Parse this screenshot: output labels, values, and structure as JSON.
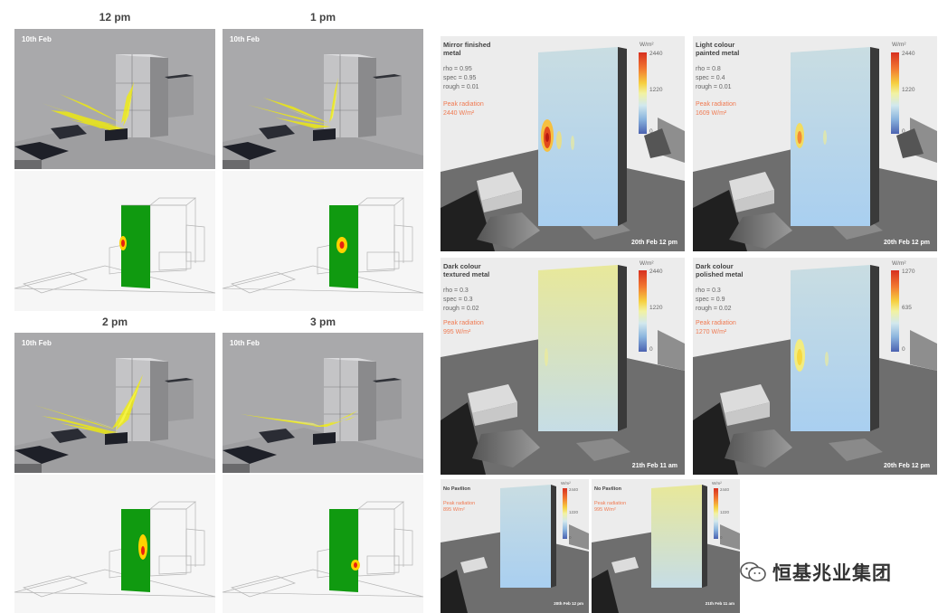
{
  "left_grid": {
    "times": [
      "12 pm",
      "1 pm",
      "2 pm",
      "3 pm"
    ],
    "date_label": "10th Feb"
  },
  "materials": [
    {
      "title1": "Mirror finished",
      "title2": "metal",
      "rho": "rho = 0.95",
      "spec": "spec = 0.95",
      "rough": "rough = 0.01",
      "peak1": "Peak radiation",
      "peak2": "2440 W/m²",
      "unit": "W/m²",
      "tick_max": "2440",
      "tick_mid": "1220",
      "tick_min": "0",
      "stamp": "20th Feb 12 pm"
    },
    {
      "title1": "Light colour",
      "title2": "painted metal",
      "rho": "rho = 0.8",
      "spec": "spec = 0.4",
      "rough": "rough = 0.01",
      "peak1": "Peak radiation",
      "peak2": "1609 W/m²",
      "unit": "W/m²",
      "tick_max": "2440",
      "tick_mid": "1220",
      "tick_min": "0",
      "stamp": "20th Feb 12 pm"
    },
    {
      "title1": "Dark colour",
      "title2": "textured metal",
      "rho": "rho = 0.3",
      "spec": "spec = 0.3",
      "rough": "rough = 0.02",
      "peak1": "Peak radiation",
      "peak2": "995 W/m²",
      "unit": "W/m²",
      "tick_max": "2440",
      "tick_mid": "1220",
      "tick_min": "0",
      "stamp": "21th Feb 11 am"
    },
    {
      "title1": "Dark colour",
      "title2": "polished metal",
      "rho": "rho = 0.3",
      "spec": "spec = 0.9",
      "rough": "rough = 0.02",
      "peak1": "Peak radiation",
      "peak2": "1270 W/m²",
      "unit": "W/m²",
      "tick_max": "1270",
      "tick_mid": "635",
      "tick_min": "0",
      "stamp": "20th Feb 12 pm"
    }
  ],
  "no_pavilion": [
    {
      "title": "No Pavilion",
      "peak1": "Peak radiation",
      "peak2": "895 W/m²",
      "unit": "W/m²",
      "tick_max": "2440",
      "tick_mid": "1220",
      "tick_min": "0",
      "stamp": "20th Feb 12 pm"
    },
    {
      "title": "No Pavilion",
      "peak1": "Peak radiation",
      "peak2": "995 W/m²",
      "unit": "W/m²",
      "tick_max": "2440",
      "tick_mid": "1220",
      "tick_min": "0",
      "stamp": "21th Feb 11 am"
    }
  ],
  "watermark": {
    "text": "恒基兆业集团",
    "icon": "wechat-icon"
  },
  "colors": {
    "ray_yellow": "#f5f000",
    "facade_green": "#109a10",
    "panel_grey": "#a9a9ab",
    "accent_peak": "#f07a52"
  }
}
